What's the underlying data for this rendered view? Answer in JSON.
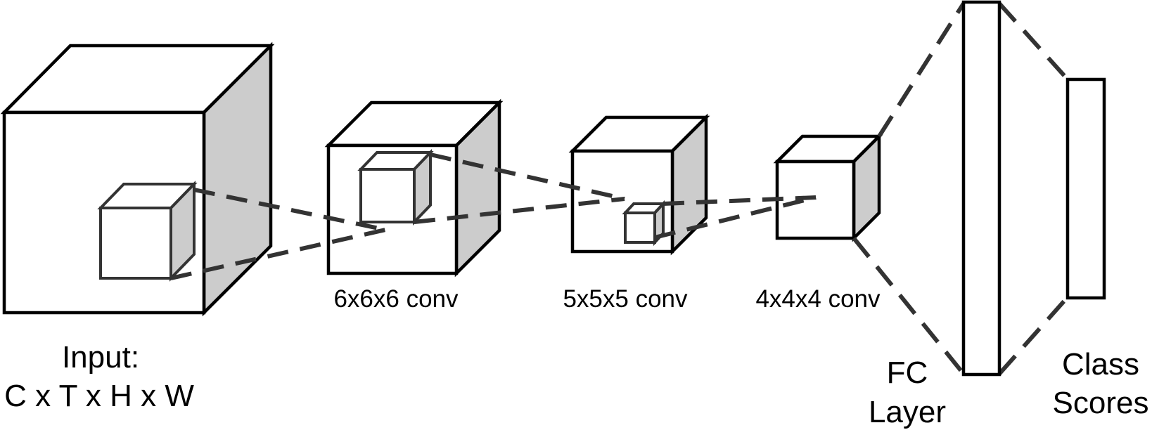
{
  "labels": {
    "input_title": "Input:",
    "input_dims": "C x T x H x W",
    "conv1": "6x6x6 conv",
    "conv2": "5x5x5 conv",
    "conv3": "4x4x4 conv",
    "fc_line1": "FC",
    "fc_line2": "Layer",
    "scores_line1": "Class",
    "scores_line2": "Scores"
  },
  "colors": {
    "face": "#ffffff",
    "side_face": "#cccccc",
    "outline": "#000000",
    "dashed_lines": "#333333"
  }
}
